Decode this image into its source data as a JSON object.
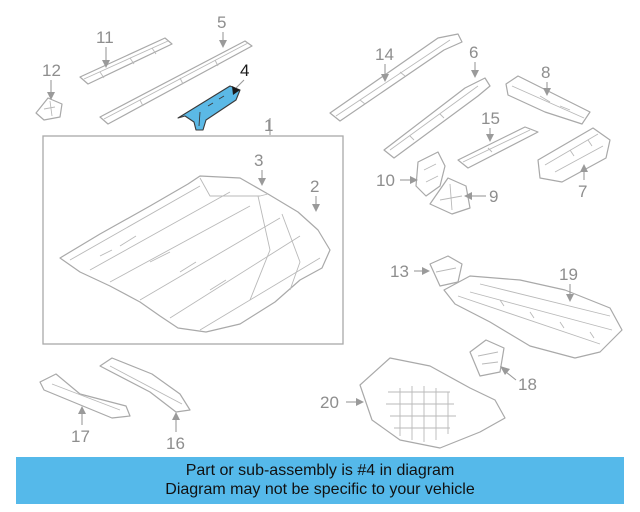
{
  "callouts": {
    "n1": "1",
    "n2": "2",
    "n3": "3",
    "n4": "4",
    "n5": "5",
    "n6": "6",
    "n7": "7",
    "n8": "8",
    "n9": "9",
    "n10": "10",
    "n11": "11",
    "n12": "12",
    "n13": "13",
    "n14": "14",
    "n15": "15",
    "n16": "16",
    "n17": "17",
    "n18": "18",
    "n19": "19",
    "n20": "20"
  },
  "highlighted_part": "4",
  "colors": {
    "highlight": "#5bb9e6",
    "banner": "#55b9ea",
    "linework": "#a9a9a9"
  },
  "banner": {
    "line1": "Part or sub-assembly is #4 in diagram",
    "line2": "Diagram may not be specific to your vehicle"
  }
}
